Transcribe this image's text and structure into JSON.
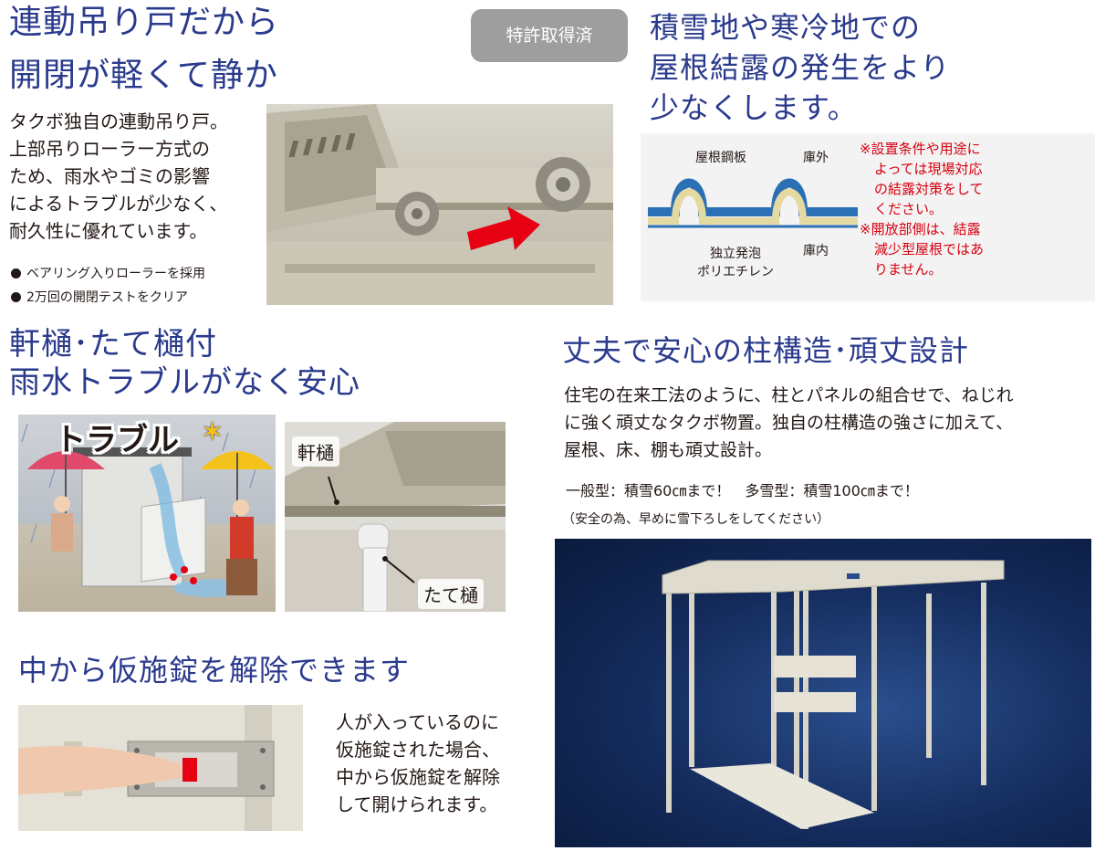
{
  "sec1": {
    "title_line1": "連動吊り戸だから",
    "title_line2": "開閉が軽くて静か",
    "body": [
      "タクボ独自の連動吊り戸。",
      "上部吊りローラー方式の",
      "ため、雨水やゴミの影響",
      "によるトラブルが少なく、",
      "耐久性に優れています。"
    ],
    "bullets": [
      "ベアリング入りローラーを採用",
      "2万回の開閉テストをクリア"
    ]
  },
  "badge": "特許取得済",
  "sec2": {
    "title_line1": "積雪地や寒冷地での",
    "title_line2": "屋根結露の発生をより",
    "title_line3": "少なくします。",
    "diagram": {
      "label_roof_steel": "屋根鋼板",
      "label_outside": "庫外",
      "label_foam_line1": "独立発泡",
      "label_foam_line2": "ポリエチレン",
      "label_inside": "庫内"
    },
    "notes": [
      "※設置条件や用途に",
      "よっては現場対応",
      "の結露対策をして",
      "ください。",
      "※開放部側は、結露",
      "減少型屋根ではあ",
      "りません。"
    ]
  },
  "sec3": {
    "title_line1": "軒樋･たて樋付",
    "title_line2": "雨水トラブルがなく安心",
    "trouble_label": "トラブル",
    "label_eave": "軒樋",
    "label_downspout": "たて樋"
  },
  "sec4": {
    "title": "丈夫で安心の柱構造･頑丈設計",
    "body": [
      "住宅の在来工法のように、柱とパネルの組合せで、ねじれ",
      "に強く頑丈なタクボ物置。独自の柱構造の強さに加えて、",
      "屋根、床、棚も頑丈設計。"
    ],
    "snow_line": "一般型：積雪60㎝まで！　多雪型：積雪100㎝まで！",
    "snow_note": "（安全の為、早めに雪下ろしをしてください）"
  },
  "sec5": {
    "title": "中から仮施錠を解除できます",
    "body": [
      "人が入っているのに",
      "仮施錠された場合、",
      "中から仮施錠を解除",
      "して開けられます。"
    ]
  },
  "colors": {
    "heading": "#2a3a8c",
    "note_red": "#d7000f",
    "badge_bg": "#9e9e9e",
    "arrow_red": "#e60012"
  }
}
